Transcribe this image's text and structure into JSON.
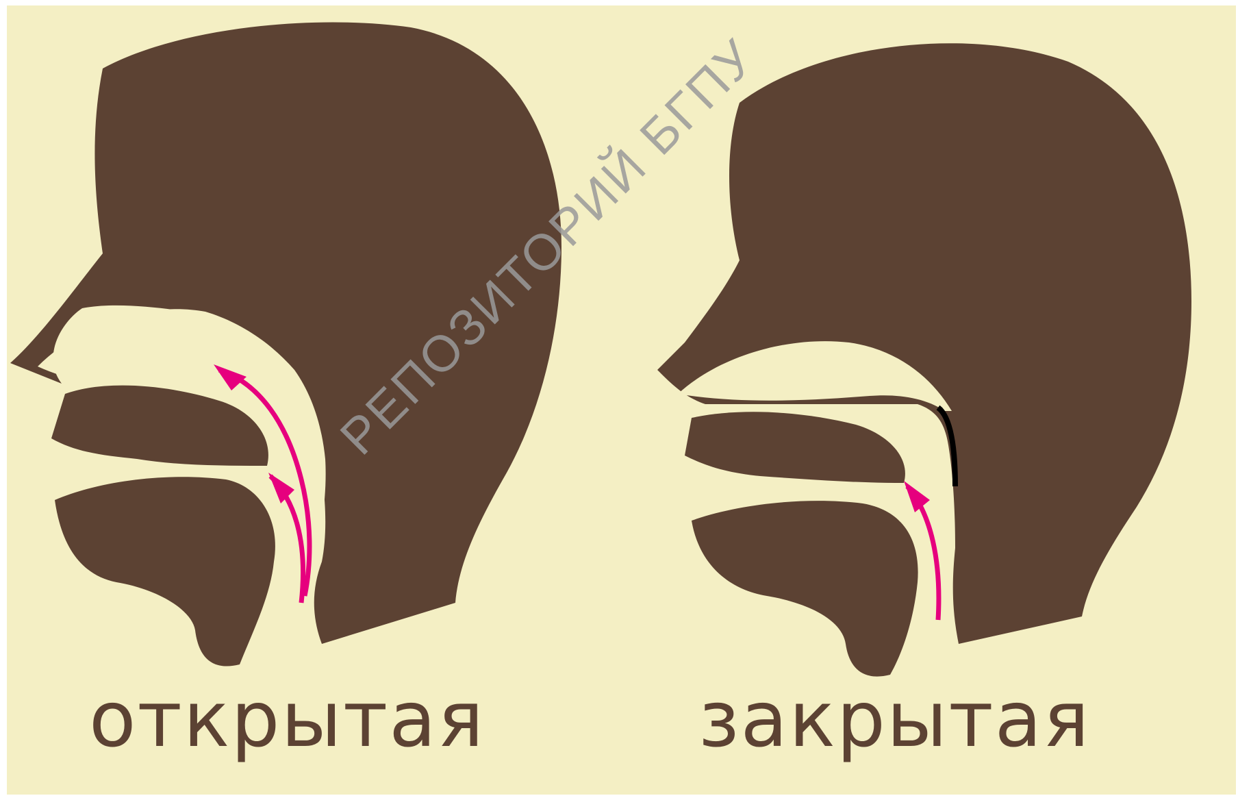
{
  "panels": [
    {
      "caption": "открытая"
    },
    {
      "caption": "закрытая"
    }
  ],
  "watermark": "РЕПОЗИТОРИЙ БГПУ",
  "colors": {
    "background": "#f4efc4",
    "silhouette": "#5c4233",
    "airflow": "#e6007e",
    "closure": "#000000"
  }
}
